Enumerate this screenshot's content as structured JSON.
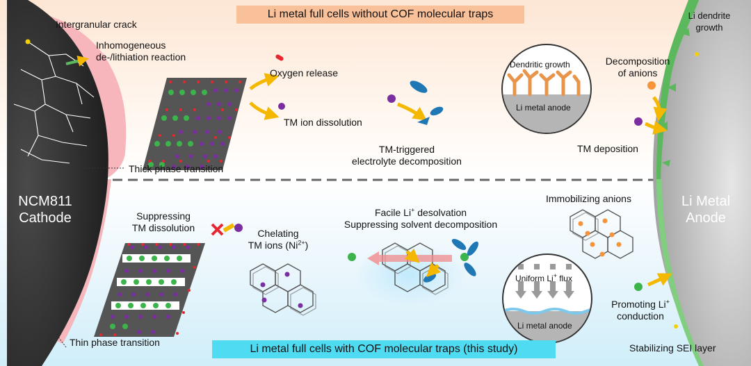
{
  "banners": {
    "top": "Li metal full cells without COF molecular traps",
    "bottom": "Li metal full cells with COF molecular traps (this study)"
  },
  "cathode": {
    "line1": "NCM811",
    "line2": "Cathode"
  },
  "anode": {
    "line1": "Li Metal",
    "line2": "Anode"
  },
  "top_labels": {
    "intergranular_crack": "Intergranular crack",
    "inhomogeneous_1": "Inhomogeneous",
    "inhomogeneous_2": "de-/lithiation reaction",
    "oxygen_release": "Oxygen release",
    "tm_dissolution": "TM ion dissolution",
    "thick_phase": "Thick phase transition",
    "tm_triggered_1": "TM-triggered",
    "tm_triggered_2": "electrolyte decomposition",
    "dendritic_growth": "Dendritic growth",
    "li_metal_anode_top": "Li metal anode",
    "li_dendrite_1": "Li dendrite",
    "li_dendrite_2": "growth",
    "decomp_anions_1": "Decomposition",
    "decomp_anions_2": "of anions",
    "tm_deposition": "TM deposition"
  },
  "bottom_labels": {
    "suppressing_1": "Suppressing",
    "suppressing_2": "TM dissolution",
    "chelating_1": "Chelating",
    "chelating_2": "TM ions (Ni",
    "chelating_sup": "2+",
    "chelating_close": ")",
    "facile_1_a": "Facile Li",
    "facile_1_sup": "+",
    "facile_1_b": " desolvation",
    "facile_2": "Suppressing solvent decomposition",
    "immobilizing": "Immobilizing anions",
    "uniform_a": "Uniform Li",
    "uniform_sup": "+",
    "uniform_b": " flux",
    "li_metal_anode_bottom": "Li metal anode",
    "promoting_1_a": "Promoting Li",
    "promoting_1_sup": "+",
    "promoting_2": "conduction",
    "thin_phase": "Thin phase transition",
    "stabilizing_sei": "Stabilizing SEI layer"
  },
  "colors": {
    "cathode": "#2b2b2b",
    "anode": "#bdbdbd",
    "cathode_reaction": "#f6b6bb",
    "anode_green": "#5cb85c",
    "tm_ion": "#7a2ea0",
    "li_ion": "#3cb44b",
    "oxygen": "#e8262e",
    "anion": "#1f78b4",
    "arrow": "#f5b800"
  }
}
